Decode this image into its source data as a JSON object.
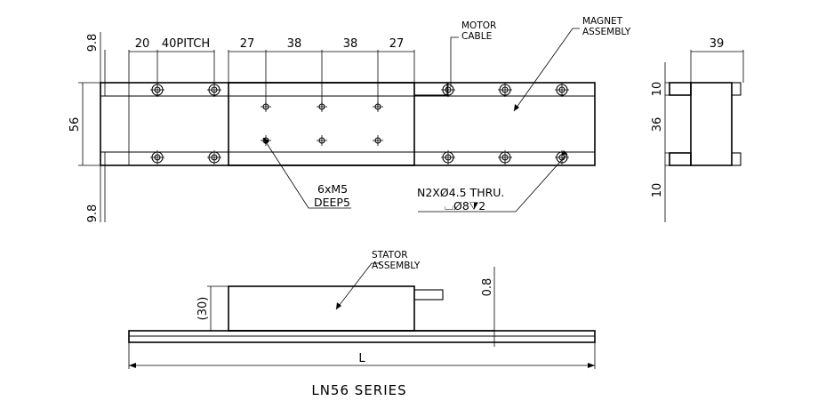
{
  "labels": {
    "motor_cable": [
      "MOTOR",
      "CABLE"
    ],
    "magnet_assembly": [
      "MAGNET",
      "ASSEMBLY"
    ],
    "stator_assembly": [
      "STATOR",
      "ASSEMBLY"
    ],
    "tapped_holes": [
      "6xM5",
      "DEEP5"
    ],
    "thru_holes": [
      "N2XØ4.5  THRU.",
      "⌴Ø8⧩2"
    ],
    "series_title": "LN56  SERIES"
  },
  "dimensions": {
    "top_row": [
      "20",
      "40PITCH",
      "27",
      "38",
      "38",
      "27"
    ],
    "side_width": "39",
    "left_top": "9.8",
    "left_height": "56",
    "left_bottom": "9.8",
    "side_top": "10",
    "side_middle": "36",
    "side_bottom": "10",
    "stator_height": "(30)",
    "gap": "0.8",
    "length": "L"
  }
}
